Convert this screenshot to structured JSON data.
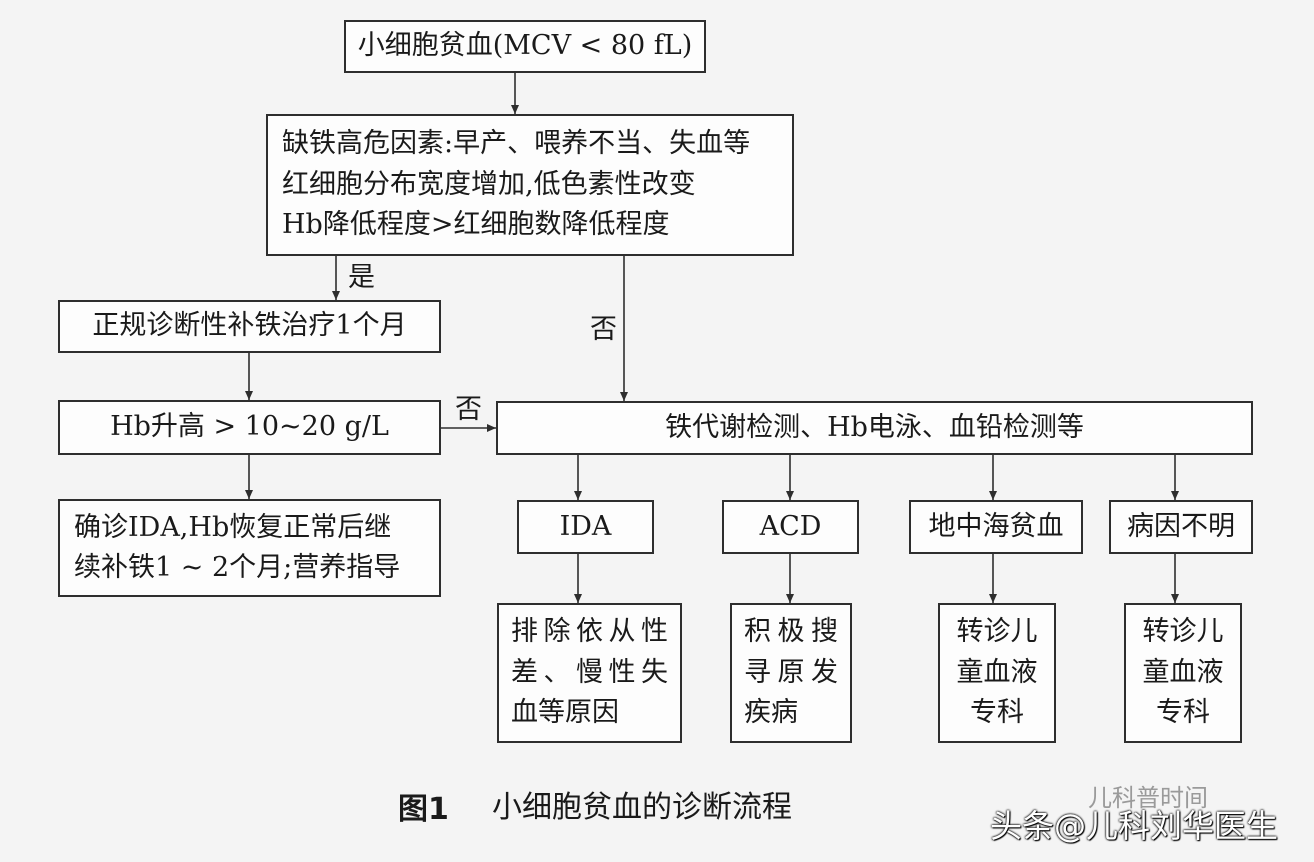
{
  "nodes": {
    "microcytic": "小细胞贫血(MCV < 80 fL)",
    "risk": [
      "缺铁高危因素:早产、喂养不当、失血等",
      "红细胞分布宽度增加,低色素性改变",
      "Hb降低程度>红细胞数降低程度"
    ],
    "iron_trial": "正规诊断性补铁治疗1个月",
    "hb_rise": "Hb升高 > 10~20 g/L",
    "confirm_ida": [
      "确诊IDA,Hb恢复正常后继",
      "续补铁1 ~ 2个月;营养指导"
    ],
    "tests": "铁代谢检测、Hb电泳、血铅检测等",
    "ida": "IDA",
    "acd": "ACD",
    "thal": "地中海贫血",
    "unknown": "病因不明",
    "ida_action": [
      "排除依从性",
      "差、慢性失",
      "血等原因"
    ],
    "acd_action": [
      "积极搜",
      "寻原发",
      "疾病"
    ],
    "thal_action": [
      "转诊儿",
      "童血液",
      "专科"
    ],
    "unknown_action": [
      "转诊儿",
      "童血液",
      "专科"
    ]
  },
  "edge_labels": {
    "yes": "是",
    "no_right": "否",
    "no_left": "否"
  },
  "caption": {
    "figure_no": "图1",
    "title": "小细胞贫血的诊断流程"
  },
  "watermark": {
    "main": "头条@儿科刘华医生",
    "faint": "儿科普时间"
  }
}
